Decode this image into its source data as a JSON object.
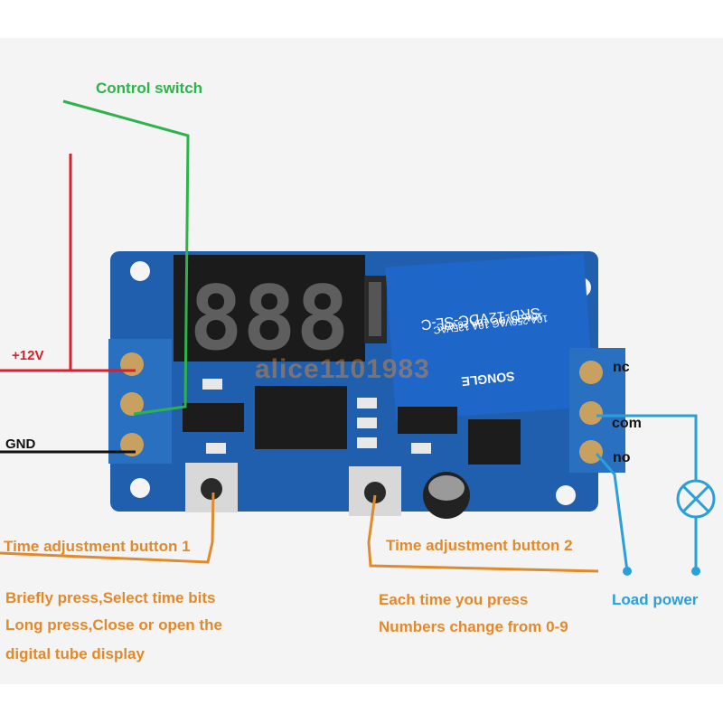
{
  "labels": {
    "control_switch": "Control switch",
    "plus12v": "+12V",
    "gnd": "GND",
    "nc": "nc",
    "com": "com",
    "no": "no",
    "btn1": "Time adjustment button 1",
    "btn2": "Time adjustment button 2",
    "btn1_desc_1": "Briefly press,Select time bits",
    "btn1_desc_2": "Long press,Close or open the",
    "btn1_desc_3": "digital tube display",
    "btn2_desc_1": "Each time you press",
    "btn2_desc_2": "Numbers change from 0-9",
    "load_power": "Load power"
  },
  "relay": {
    "model": "SRD-12VDC-SL-C",
    "rating_1": "10A 250VAC 10A 125VAC",
    "rating_2": "10A 30VDC 10A 28VDC",
    "brand": "SONGLE"
  },
  "display": {
    "digits": "888"
  },
  "watermark": "alice1101983",
  "colors": {
    "wire_red": "#d8202a",
    "wire_green": "#2db34a",
    "wire_black": "#111111",
    "wire_orange": "#e08a2c",
    "wire_blue": "#2a9fd8",
    "board": "#1f5fae",
    "relay": "#1e66c8",
    "terminal": "#2a70c0"
  }
}
